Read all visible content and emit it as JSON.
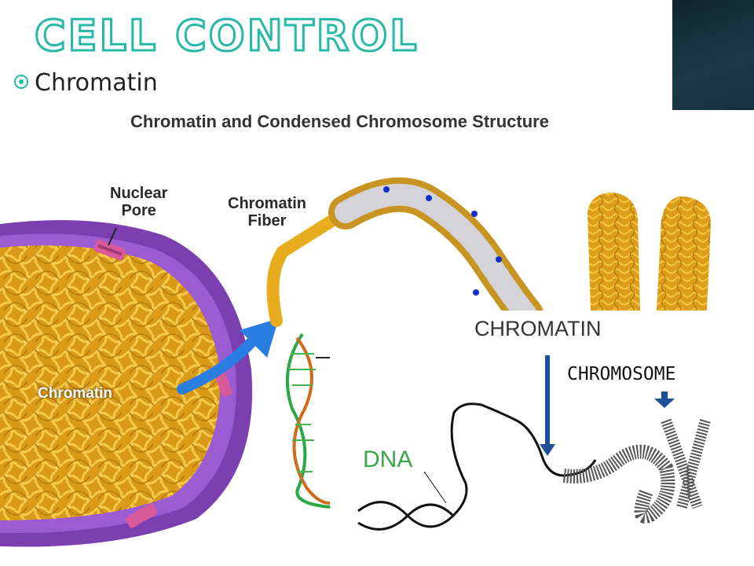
{
  "slide": {
    "title": "CELL CONTROL",
    "bullet": "Chromatin"
  },
  "figure": {
    "title": "Chromatin and Condensed Chromosome Structure",
    "labels": {
      "nuclear_pore_line1": "Nuclear",
      "nuclear_pore_line2": "Pore",
      "chromatin_fiber_line1": "Chromatin",
      "chromatin_fiber_line2": "Fiber",
      "chromatin": "Chromatin"
    }
  },
  "inset": {
    "chromatin": "CHROMATIN",
    "chromosome": "CHROMOSOME",
    "dna": "DNA"
  },
  "colors": {
    "title_outline": "#27b9a5",
    "nucleus_membrane": "#7b3fb0",
    "chromatin_gold": "#e0a820",
    "arrow_blue": "#2a7de1",
    "dna_label": "#3aa64a",
    "inset_arrow": "#1e4f9a"
  }
}
